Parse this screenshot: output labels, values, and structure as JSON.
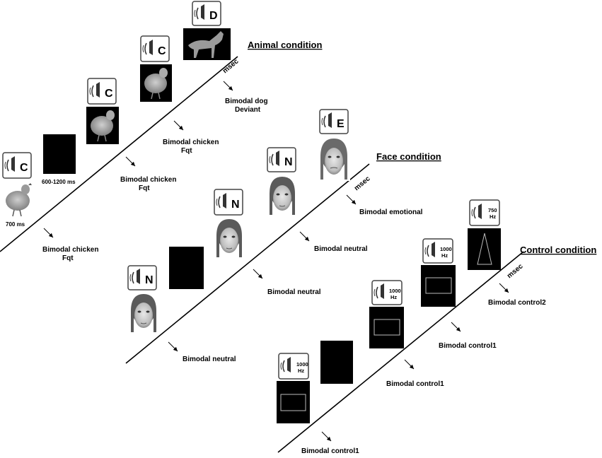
{
  "animal": {
    "title": "Animal condition",
    "axis_unit": "msec",
    "timing_isi": "600-1200 ms",
    "timing_stim": "700 ms",
    "stimuli": [
      {
        "kind": "chicken",
        "sound": "C",
        "label_line1": "Bimodal chicken",
        "label_line2": "Fqt"
      },
      {
        "kind": "blank"
      },
      {
        "kind": "chicken",
        "sound": "C",
        "label_line1": "Bimodal chicken",
        "label_line2": "Fqt"
      },
      {
        "kind": "chicken",
        "sound": "C",
        "label_line1": "Bimodal chicken",
        "label_line2": "Fqt"
      },
      {
        "kind": "dog",
        "sound": "D",
        "label_line1": "Bimodal dog",
        "label_line2": "Deviant"
      }
    ]
  },
  "face": {
    "title": "Face condition",
    "axis_unit": "msec",
    "stimuli": [
      {
        "kind": "face",
        "sound": "N",
        "label_line1": "Bimodal neutral"
      },
      {
        "kind": "blank"
      },
      {
        "kind": "face",
        "sound": "N",
        "label_line1": "Bimodal neutral"
      },
      {
        "kind": "face",
        "sound": "N",
        "label_line1": "Bimodal neutral"
      },
      {
        "kind": "face-emotional",
        "sound": "E",
        "label_line1": "Bimodal emotional"
      }
    ]
  },
  "control": {
    "title": "Control condition",
    "axis_unit": "msec",
    "stimuli": [
      {
        "kind": "rect",
        "tone_value": "1000",
        "tone_unit": "Hz",
        "label_line1": "Bimodal control1"
      },
      {
        "kind": "blank"
      },
      {
        "kind": "rect",
        "tone_value": "1000",
        "tone_unit": "Hz",
        "label_line1": "Bimodal control1"
      },
      {
        "kind": "rect",
        "tone_value": "1000",
        "tone_unit": "Hz",
        "label_line1": "Bimodal control1"
      },
      {
        "kind": "triangle",
        "tone_value": "750",
        "tone_unit": "Hz",
        "label_line1": "Bimodal control2"
      }
    ]
  },
  "colors": {
    "ink": "#000000",
    "paper": "#ffffff",
    "photo_bg": "#000000",
    "icon_border": "#444444"
  }
}
